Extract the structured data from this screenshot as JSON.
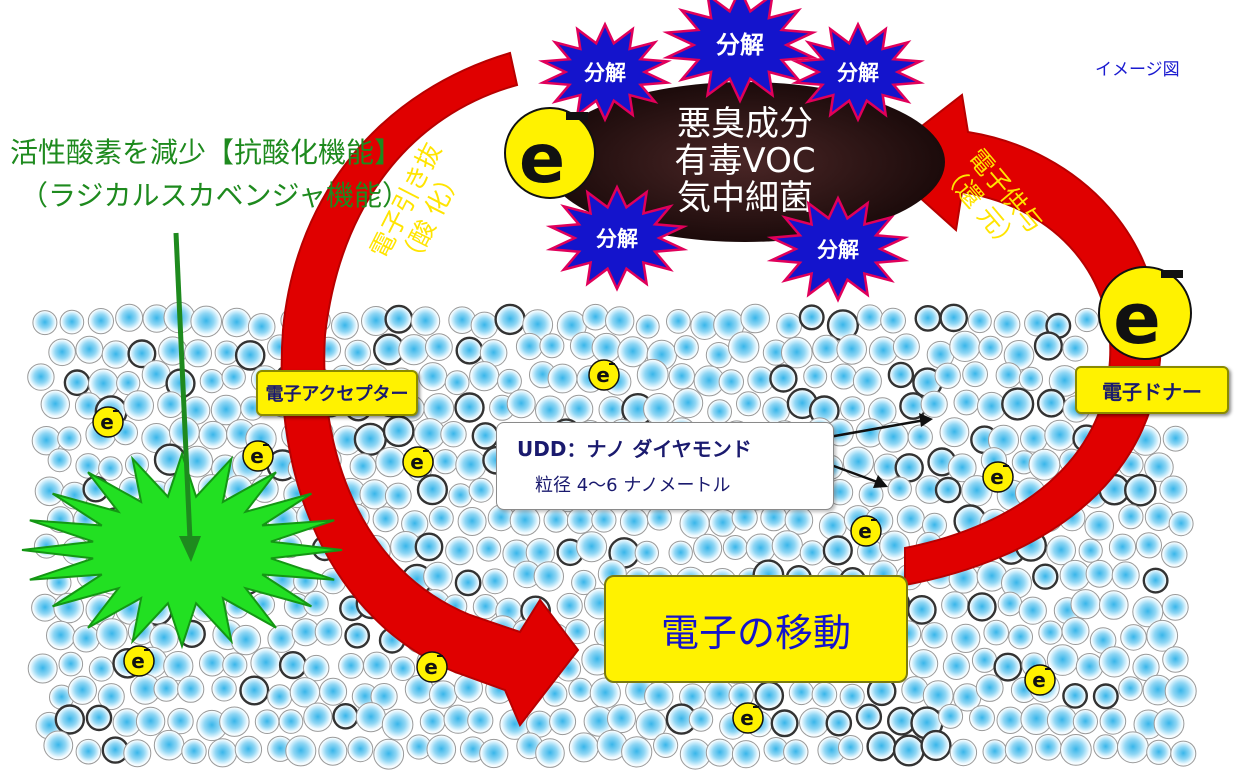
{
  "caption": "イメージ図",
  "center_blob": {
    "lines": [
      "悪臭成分",
      "有毒VOC",
      "気中細菌"
    ]
  },
  "decompose_label": "分解",
  "electron_symbol": "e",
  "left_text": {
    "line1": "活性酸素を減少【抗酸化機能】",
    "line2": "（ラジカルスカベンジャ機能）"
  },
  "left_arc_label": {
    "line1": "電子引き抜",
    "line2": "（酸 化）"
  },
  "right_arc_label": {
    "line1": "電子供与",
    "line2": "（還 元）"
  },
  "acceptor_label": "電子アクセプター",
  "donor_label": "電子ドナー",
  "udd_box": {
    "title": "UDD：ナノ ダイヤモンド",
    "subtitle": "粒径 4～6 ナノメートル"
  },
  "transfer_label": "電子の移動",
  "colors": {
    "arrow_red": "#e00000",
    "bubble_blue": "#5ec6ee",
    "burst_green": "#22e022",
    "label_yellow": "#fff200",
    "burst_blue": "#1414cc",
    "pointer_green": "#1e8a1e"
  }
}
